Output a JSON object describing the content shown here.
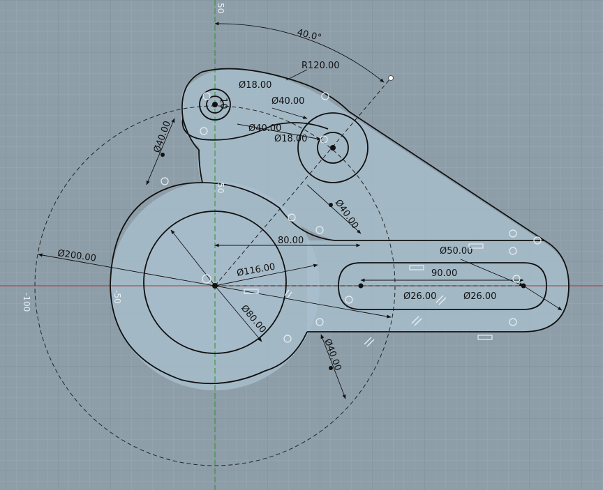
{
  "colors": {
    "background": "#8e9ea9",
    "grid_minor": "#9aa9b3",
    "grid_major": "#7f909b",
    "profile_fill": "#a9c0cf",
    "profile_stroke": "#111111",
    "axis_x": "#b5312e",
    "axis_y": "#2a8f2a"
  },
  "axis_labels": {
    "top": "50",
    "mid": "50",
    "left_neg100": "-100",
    "left_neg50": "-50"
  },
  "dimensions": {
    "angle": "40.0°",
    "radius_arc": "R120.00",
    "d18_top": "Ø18.00",
    "dim_10": "10",
    "d40_mid_a": "Ø40.00",
    "d40_mid_b": "Ø40.00",
    "d18_mid": "Ø18.00",
    "d40_left": "Ø40.00",
    "d40_right": "Ø40.00",
    "d40_bottom": "Ø40.00",
    "d200": "Ø200.00",
    "d116": "Ø116.00",
    "d80": "Ø80.00",
    "len80": "80.00",
    "len90": "90.00",
    "d50": "Ø50.00",
    "d26_left": "Ø26.00",
    "d26_right": "Ø26.00"
  }
}
